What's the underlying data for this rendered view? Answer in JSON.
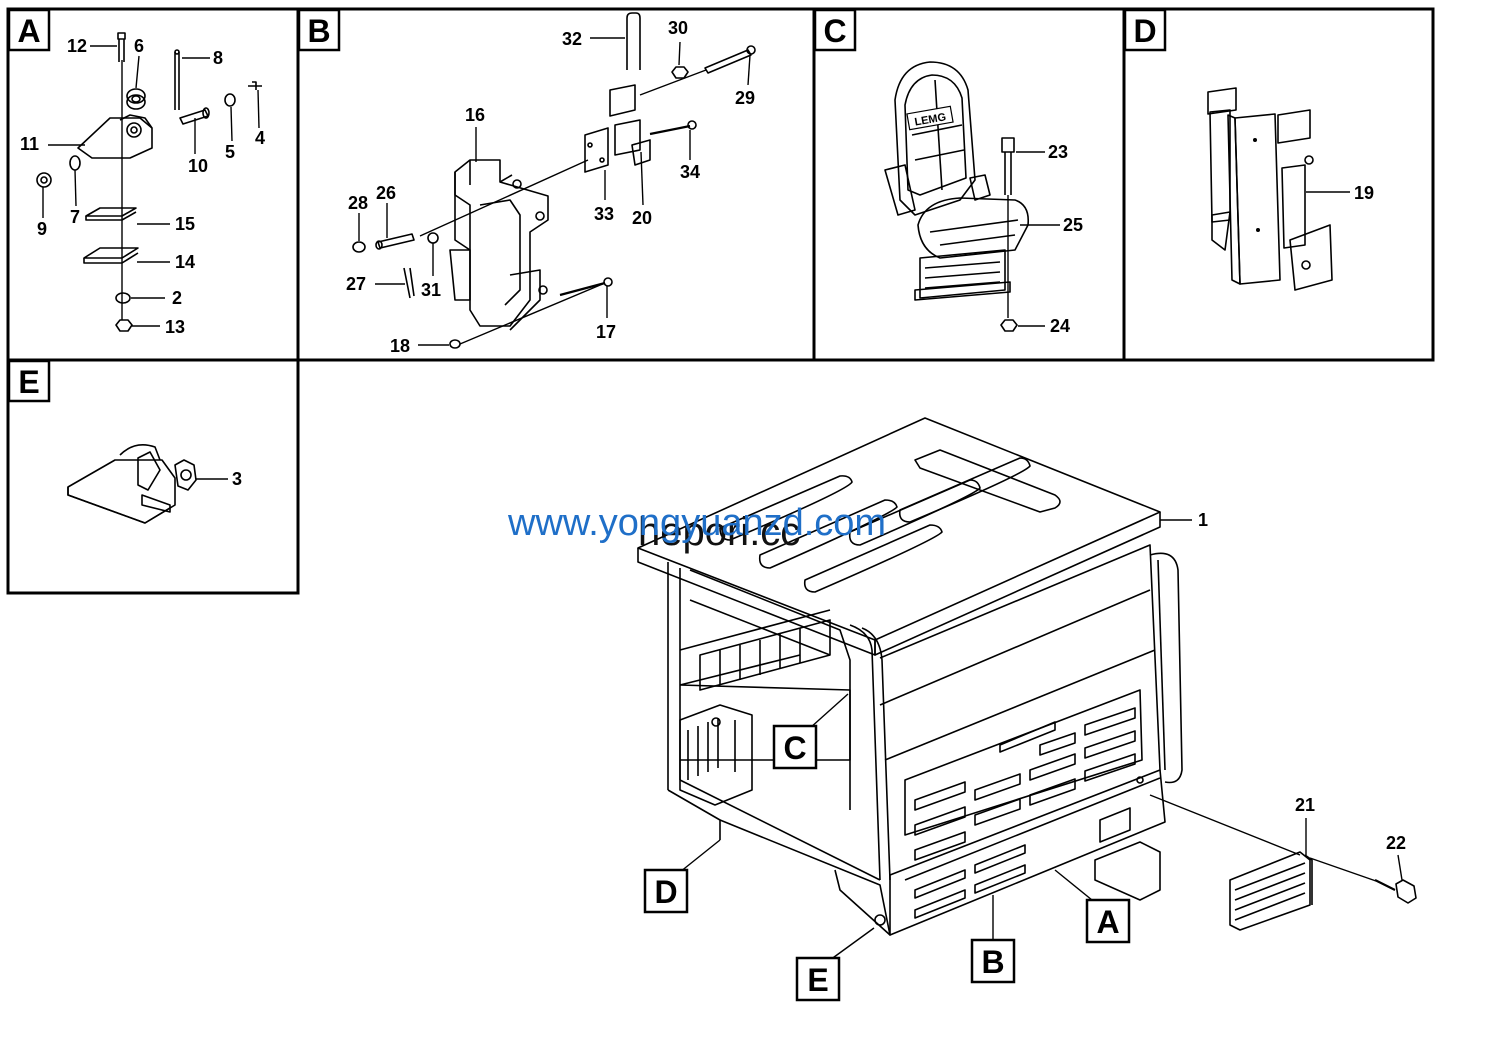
{
  "panels": {
    "A": {
      "letter": "A"
    },
    "B": {
      "letter": "B"
    },
    "C": {
      "letter": "C"
    },
    "D": {
      "letter": "D"
    },
    "E": {
      "letter": "E"
    }
  },
  "callouts": {
    "p1": "1",
    "p2": "2",
    "p3": "3",
    "p4": "4",
    "p5": "5",
    "p6": "6",
    "p7": "7",
    "p8": "8",
    "p9": "9",
    "p10": "10",
    "p11": "11",
    "p12": "12",
    "p13": "13",
    "p14": "14",
    "p15": "15",
    "p16": "16",
    "p17": "17",
    "p18": "18",
    "p19": "19",
    "p20": "20",
    "p21": "21",
    "p22": "22",
    "p23": "23",
    "p24": "24",
    "p25": "25",
    "p26": "26",
    "p27": "27",
    "p28": "28",
    "p29": "29",
    "p30": "30",
    "p31": "31",
    "p32": "32",
    "p33": "33",
    "p34": "34"
  },
  "main_view_tags": {
    "A": "A",
    "B": "B",
    "C": "C",
    "D": "D",
    "E": "E"
  },
  "seat_brand": "LEMG",
  "watermarks": {
    "primary": "www.yongyuanzd.com",
    "secondary": "hepori.cc"
  },
  "colors": {
    "watermark_primary": "#1f6fc8",
    "line": "#000000"
  }
}
